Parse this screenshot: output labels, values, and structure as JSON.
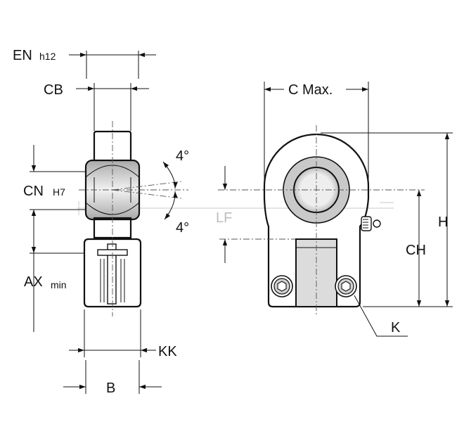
{
  "labels": {
    "en": "EN",
    "en_tol": "h12",
    "cb": "CB",
    "cn": "CN",
    "cn_tol": "H7",
    "ax": "AX",
    "ax_tol": "min",
    "kk": "KK",
    "b": "B",
    "angle_top": "4°",
    "angle_bottom": "4°",
    "c_max": "C Max.",
    "lf": "LF",
    "h": "H",
    "ch": "CH",
    "k": "K"
  },
  "colors": {
    "body_fill": "#c9c9c9",
    "body_light": "#e4e4e4",
    "line": "#111111"
  }
}
